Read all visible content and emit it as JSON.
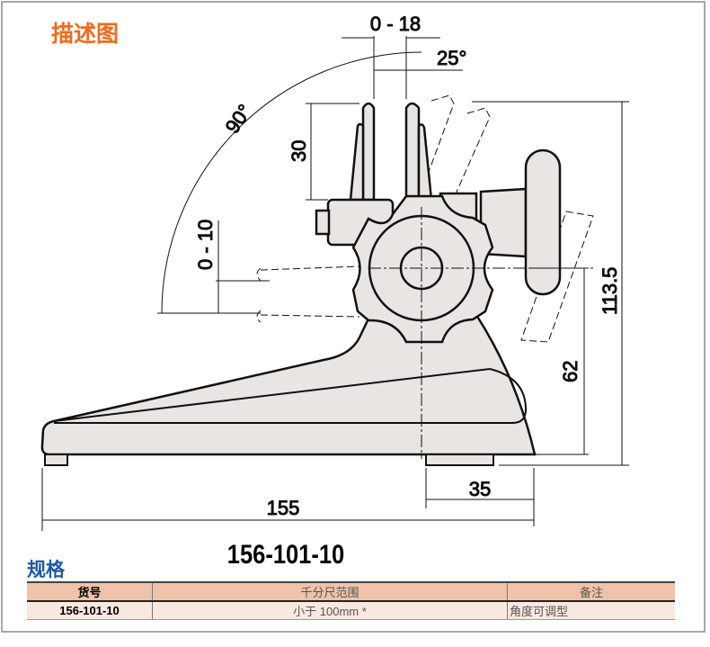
{
  "header": {
    "title": "描述图"
  },
  "drawing": {
    "dims": {
      "opening": "0 - 18",
      "angle_tilt": "25°",
      "angle_rotate": "90°",
      "depth": "30",
      "height_adjust": "0 - 10",
      "total_height": "113.5",
      "center_height": "62",
      "foot_offset": "35",
      "length": "155"
    },
    "fill_color": "#e8e5e2"
  },
  "spec": {
    "title": "规格",
    "model": "156-101-10",
    "columns": [
      "货号",
      "千分尺范围",
      "备注"
    ],
    "rows": [
      [
        "156-101-10",
        "小于 100mm *",
        "角度可调型"
      ]
    ]
  },
  "colors": {
    "header": "#f26a1b",
    "spec_title": "#1b5aa8",
    "table_header": "#efc3aa",
    "table_row": "#f9e8df"
  }
}
